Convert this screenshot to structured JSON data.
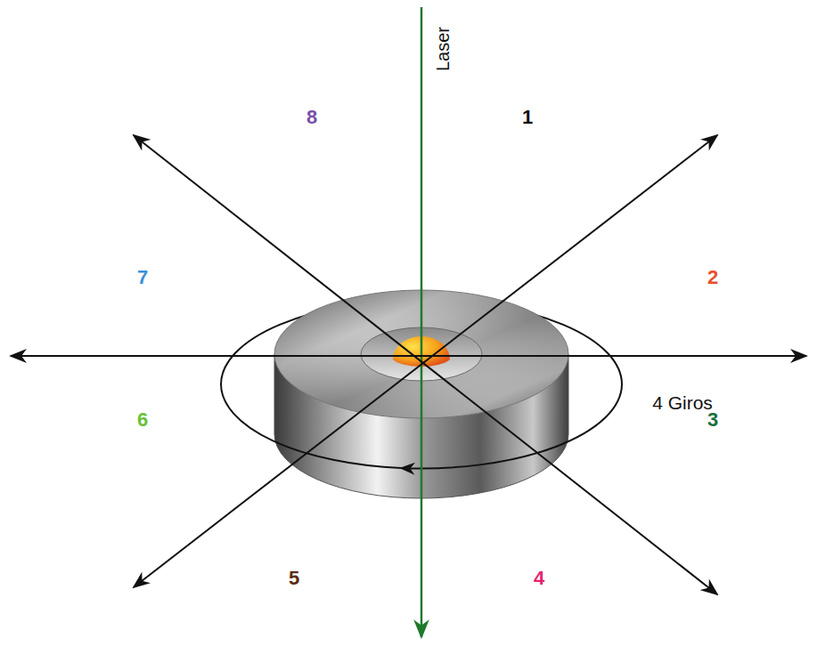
{
  "diagram": {
    "labels": [
      "8",
      "Laser",
      "1",
      "7",
      "2",
      "4 Giros",
      "6",
      "3",
      "5",
      "4"
    ]
  }
}
